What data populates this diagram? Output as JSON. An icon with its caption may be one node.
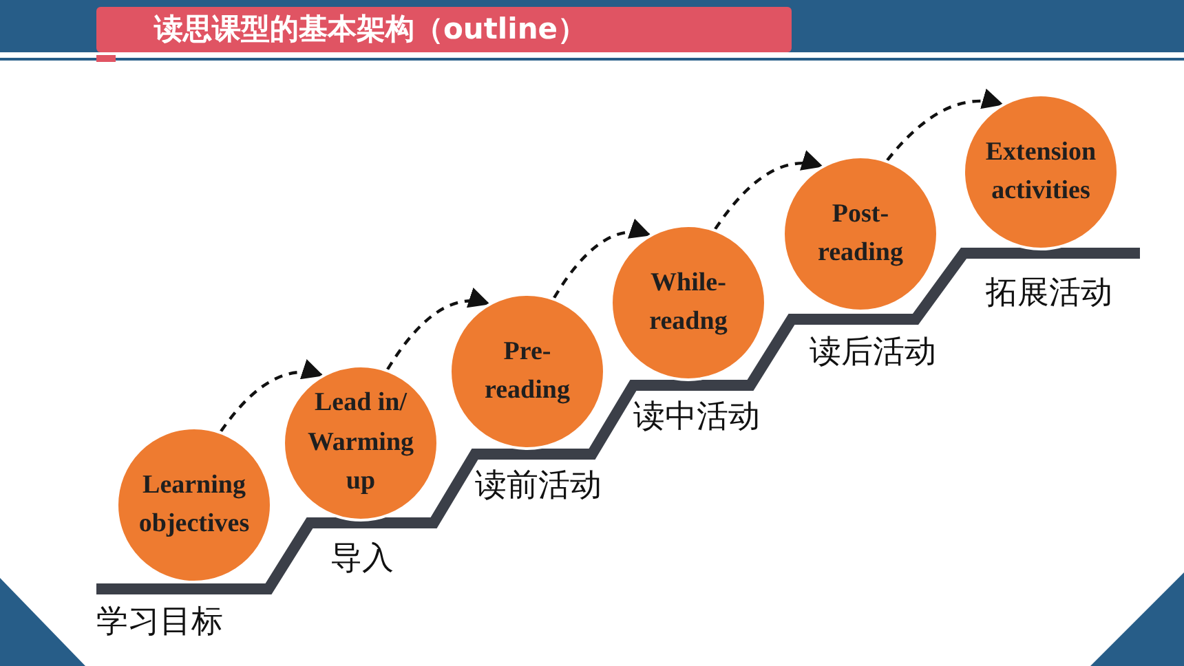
{
  "diagram": {
    "title": "读思课型的基本架构（outline）",
    "nodes": [
      {
        "text": [
          "Learning objectives"
        ],
        "beside": [
          "学习目标"
        ]
      },
      {
        "text": [
          "Lead in/ Warming up"
        ],
        "beside": [
          "导入"
        ]
      },
      {
        "text": [
          "Pre- reading"
        ],
        "beside": [
          "读前活动"
        ]
      },
      {
        "text": [
          "While- readng"
        ],
        "beside": [
          "读中活动"
        ]
      },
      {
        "text": [
          "Post- reading"
        ],
        "beside": [
          "读后活动"
        ]
      },
      {
        "text": [
          "Extension activities"
        ],
        "beside": [
          "拓展活动"
        ]
      }
    ],
    "edges": [
      {
        "from": 0,
        "to": 1,
        "arrow": "to",
        "style": "dashed"
      },
      {
        "from": 1,
        "to": 2,
        "arrow": "to",
        "style": "dashed"
      },
      {
        "from": 2,
        "to": 3,
        "arrow": "to",
        "style": "dashed"
      },
      {
        "from": 3,
        "to": 4,
        "arrow": "to",
        "style": "dashed"
      },
      {
        "from": 4,
        "to": 5,
        "arrow": "to",
        "style": "dashed"
      }
    ]
  }
}
